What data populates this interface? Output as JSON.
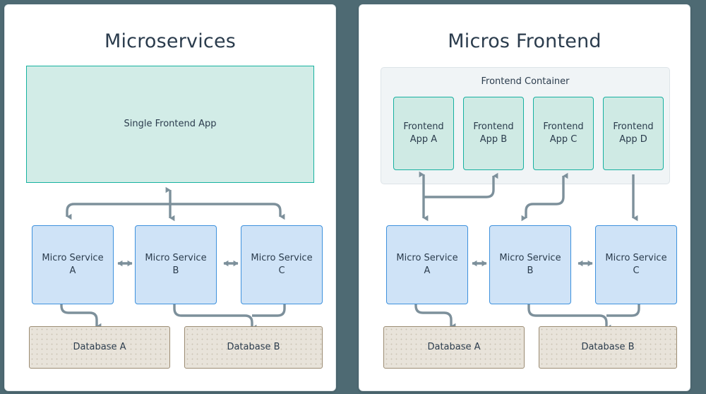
{
  "theme": {
    "background": "#4e6a73",
    "panel_background": "#ffffff",
    "title_color": "#2b3c4d",
    "frontend_fill": "#d2ece7",
    "frontend_border": "#17b2a0",
    "microservice_fill": "#cfe3f7",
    "microservice_border": "#3e91dd",
    "database_fill": "#e8e3da",
    "database_border": "#9b8b72",
    "container_fill": "#f0f4f6",
    "arrow_color": "#7d909b"
  },
  "panels": [
    {
      "id": "microservices",
      "title": "Microservices",
      "frontend": {
        "label": "Single Frontend App"
      },
      "services": [
        {
          "label": "Micro Service\nA"
        },
        {
          "label": "Micro Service\nB"
        },
        {
          "label": "Micro Service\nC"
        }
      ],
      "databases": [
        {
          "label": "Database A"
        },
        {
          "label": "Database B"
        }
      ]
    },
    {
      "id": "micro-frontend",
      "title": "Micros Frontend",
      "container": {
        "label": "Frontend Container"
      },
      "frontend_apps": [
        {
          "label": "Frontend\nApp A"
        },
        {
          "label": "Frontend\nApp B"
        },
        {
          "label": "Frontend\nApp C"
        },
        {
          "label": "Frontend\nApp D"
        }
      ],
      "services": [
        {
          "label": "Micro Service\nA"
        },
        {
          "label": "Micro Service\nB"
        },
        {
          "label": "Micro Service\nC"
        }
      ],
      "databases": [
        {
          "label": "Database A"
        },
        {
          "label": "Database B"
        }
      ]
    }
  ]
}
